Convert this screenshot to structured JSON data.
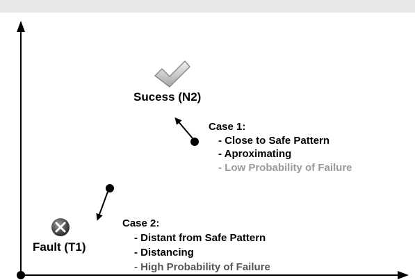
{
  "success_node": {
    "label": "Sucess (N2)",
    "icon": "checkmark-icon"
  },
  "fault_node": {
    "label": "Fault (T1)",
    "icon": "x-circle-icon"
  },
  "case1": {
    "title": "Case 1:",
    "items": [
      "- Close to Safe Pattern",
      "- Aproximating",
      "- Low Probability of Failure"
    ]
  },
  "case2": {
    "title": "Case 2:",
    "items": [
      "- Distant from Safe Pattern",
      "- Distancing",
      "- High Probability of Failure"
    ]
  },
  "colors": {
    "axis": "#000000",
    "topbar": "#e8e8e8",
    "light_text": "#9a9a9a",
    "dim_text": "#555555"
  }
}
